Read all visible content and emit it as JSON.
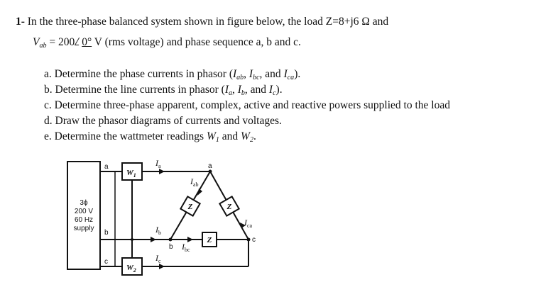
{
  "question": {
    "number": "1-",
    "intro": "In the three-phase balanced system shown in figure below, the load Z=8+j6 Ω and",
    "given_lhs": "V",
    "given_lhs_sub": "ab",
    "given_eq": "= 200",
    "given_angle": "0°",
    "given_rest": "V (rms voltage) and phase sequence a, b and c."
  },
  "items": [
    {
      "label": "a.",
      "pre": "Determine the phase currents in phasor (",
      "v1": "I",
      "s1": "ab",
      "v2": "I",
      "s2": "bc",
      "mid": ", and ",
      "v3": "I",
      "s3": "ca",
      "post": ")."
    },
    {
      "label": "b.",
      "pre": "Determine the line currents in phasor (",
      "v1": "I",
      "s1": "a",
      "v2": "I",
      "s2": "b",
      "mid": ", and ",
      "v3": "I",
      "s3": "c",
      "post": ")."
    },
    {
      "label": "c.",
      "text": "Determine three-phase apparent, complex, active and reactive powers supplied to the load"
    },
    {
      "label": "d.",
      "text": "Draw the phasor diagrams of currents and voltages."
    },
    {
      "label": "e.",
      "pre": "Determine the wattmeter readings ",
      "v1": "W",
      "s1": "1",
      "mid": " and ",
      "v2": "W",
      "s2": "2",
      "post": "."
    }
  ],
  "diagram": {
    "supply": [
      "3ϕ",
      "200 V",
      "60 Hz",
      "supply"
    ],
    "terminal_a": "a",
    "terminal_b": "b",
    "terminal_c": "c",
    "wattmeter_1": "W",
    "wattmeter_1_sub": "1",
    "wattmeter_2": "W",
    "wattmeter_2_sub": "2",
    "current_a": "I",
    "current_a_sub": "a",
    "current_b": "I",
    "current_b_sub": "b",
    "current_c": "I",
    "current_c_sub": "c",
    "current_ab": "I",
    "current_ab_sub": "ab",
    "current_bc": "I",
    "current_bc_sub": "bc",
    "current_ca": "I",
    "current_ca_sub": "ca",
    "node_a": "a",
    "node_b": "b",
    "node_c": "c",
    "impedance": "Z"
  }
}
